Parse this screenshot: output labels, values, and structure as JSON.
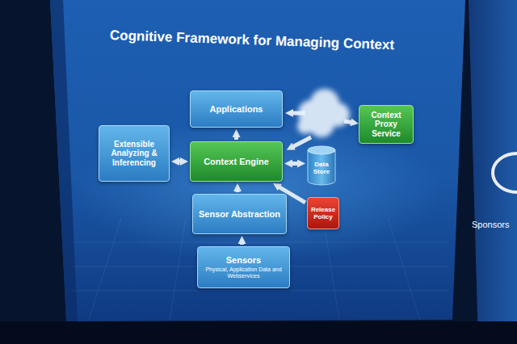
{
  "diagram": {
    "title": "Cognitive Framework for Managing Context",
    "nodes": [
      {
        "text": [
          "Applications"
        ]
      },
      {
        "text": [
          "Context Proxy Service"
        ]
      },
      {
        "text": [
          "Extensible Analyzing & Inferencing"
        ]
      },
      {
        "text": [
          "Context Engine"
        ]
      },
      {
        "text": [
          "Data Store"
        ]
      },
      {
        "text": [
          "Release Policy"
        ]
      },
      {
        "text": [
          "Sensor Abstraction"
        ]
      },
      {
        "text": [
          "Sensors",
          "Physical, Application Data and Webservices"
        ]
      }
    ],
    "edges": [
      {
        "from": 7,
        "to": 6,
        "arrow": "to"
      },
      {
        "from": 6,
        "to": 3,
        "arrow": "to"
      },
      {
        "from": 3,
        "to": 0,
        "arrow": "to"
      },
      {
        "from": 2,
        "to": 3,
        "arrow": "both"
      },
      {
        "from": 4,
        "to": 3,
        "arrow": "both"
      },
      {
        "from": 5,
        "to": 3,
        "arrow": "to"
      }
    ],
    "labels": [
      "Sponsors"
    ]
  }
}
